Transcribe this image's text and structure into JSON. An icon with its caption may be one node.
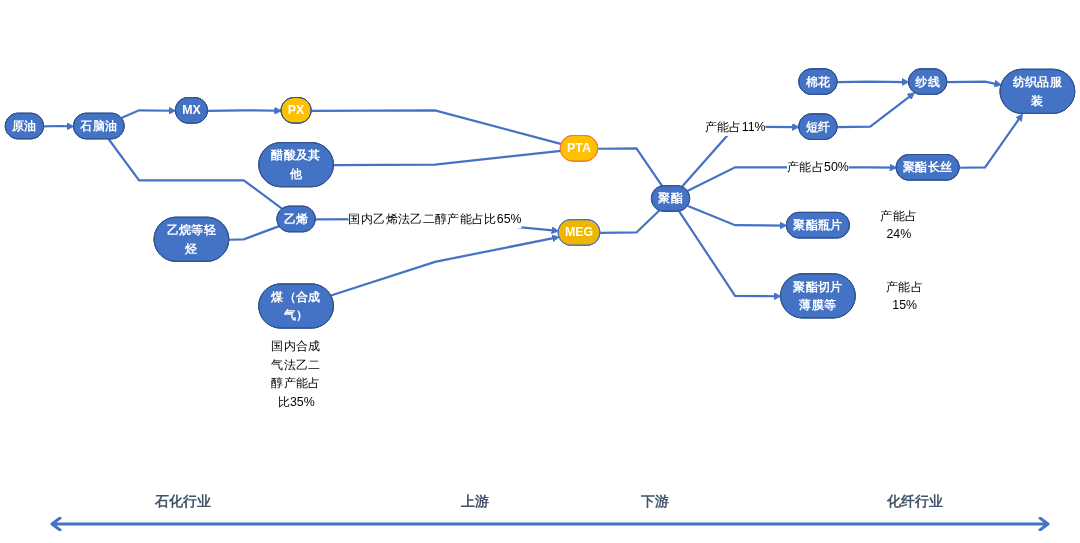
{
  "diagram": {
    "nodes": [
      {
        "text": [
          "原油"
        ]
      },
      {
        "text": [
          "石脑油"
        ]
      },
      {
        "text": [
          "乙烷等轻烃"
        ]
      },
      {
        "text": [
          "MX"
        ]
      },
      {
        "text": [
          "PX"
        ]
      },
      {
        "text": [
          "醋酸及其他"
        ]
      },
      {
        "text": [
          "乙烯"
        ]
      },
      {
        "text": [
          "PTA"
        ]
      },
      {
        "text": [
          "MEG"
        ]
      },
      {
        "text": [
          "煤（合成气）"
        ],
        "beside": [
          "国内合成气法乙二醇产能占比35%"
        ]
      },
      {
        "text": [
          "聚酯"
        ]
      },
      {
        "text": [
          "棉花"
        ]
      },
      {
        "text": [
          "短纤"
        ]
      },
      {
        "text": [
          "纱线"
        ]
      },
      {
        "text": [
          "聚酯长丝"
        ]
      },
      {
        "text": [
          "聚酯瓶片"
        ],
        "beside": [
          "产能占24%"
        ]
      },
      {
        "text": [
          "聚酯切片薄膜等"
        ],
        "beside": [
          "产能占15%"
        ]
      },
      {
        "text": [
          "纺织品服装"
        ]
      }
    ],
    "edges": [
      {
        "from": 0,
        "to": 1,
        "arrow": "to"
      },
      {
        "from": 1,
        "to": 3,
        "arrow": "to"
      },
      {
        "from": 3,
        "to": 4,
        "arrow": "to"
      },
      {
        "from": 4,
        "to": 7,
        "arrow": "none"
      },
      {
        "from": 5,
        "to": 7,
        "arrow": "none"
      },
      {
        "from": 1,
        "to": 6,
        "arrow": "none"
      },
      {
        "from": 2,
        "to": 6,
        "arrow": "none"
      },
      {
        "from": 6,
        "to": 8,
        "arrow": "to",
        "label": "国内乙烯法乙二醇产能占比65%"
      },
      {
        "from": 9,
        "to": 8,
        "arrow": "to"
      },
      {
        "from": 7,
        "to": 10,
        "arrow": "none"
      },
      {
        "from": 8,
        "to": 10,
        "arrow": "none"
      },
      {
        "from": 10,
        "to": 12,
        "arrow": "to",
        "label": "产能占11%"
      },
      {
        "from": 10,
        "to": 14,
        "arrow": "to",
        "label": "产能占50%"
      },
      {
        "from": 10,
        "to": 15,
        "arrow": "to"
      },
      {
        "from": 10,
        "to": 16,
        "arrow": "to"
      },
      {
        "from": 11,
        "to": 13,
        "arrow": "to"
      },
      {
        "from": 12,
        "to": 13,
        "arrow": "to"
      },
      {
        "from": 13,
        "to": 17,
        "arrow": "to"
      },
      {
        "from": 14,
        "to": 17,
        "arrow": "to"
      }
    ],
    "labels": [
      "石化行业",
      "上游",
      "下游",
      "化纤行业"
    ]
  }
}
